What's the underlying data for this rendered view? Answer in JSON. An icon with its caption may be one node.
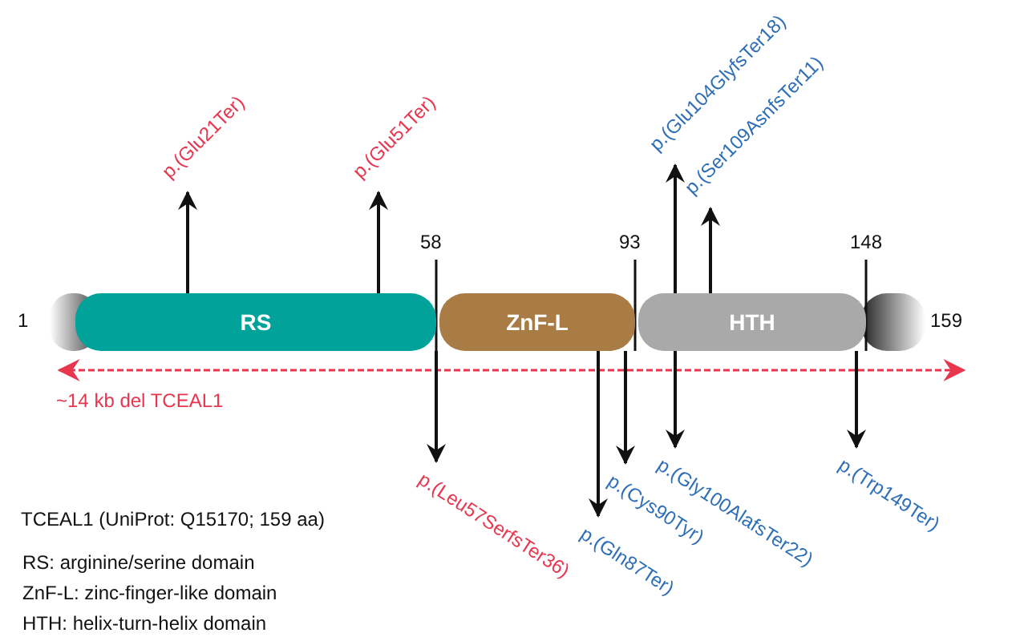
{
  "diagram": {
    "nodes": [
      {
        "text": [
          "RS"
        ],
        "beside": [
          "58"
        ]
      },
      {
        "text": [
          "ZnF-L"
        ],
        "beside": [
          "93"
        ]
      },
      {
        "text": [
          "HTH"
        ],
        "beside": [
          "148"
        ]
      },
      {
        "text": [
          "p.(Glu21Ter)"
        ]
      },
      {
        "text": [
          "p.(Glu51Ter)"
        ]
      },
      {
        "text": [
          "p.(Glu104GlyfsTer18)"
        ]
      },
      {
        "text": [
          "p.(Ser109AsnfsTer11)"
        ]
      },
      {
        "text": [
          "p.(Leu57SerfsTer36)"
        ]
      },
      {
        "text": [
          "p.(Gln87Ter)"
        ]
      },
      {
        "text": [
          "p.(Cys90Tyr)"
        ]
      },
      {
        "text": [
          "p.(Gly100AlafsTer22)"
        ]
      },
      {
        "text": [
          "p.(Trp149Ter)"
        ]
      }
    ],
    "edges": [
      {
        "from": 0,
        "to": 3,
        "arrow": "to"
      },
      {
        "from": 0,
        "to": 4,
        "arrow": "to"
      },
      {
        "from": 2,
        "to": 5,
        "arrow": "to"
      },
      {
        "from": 2,
        "to": 6,
        "arrow": "to"
      },
      {
        "from": 0,
        "to": 7,
        "arrow": "to"
      },
      {
        "from": 1,
        "to": 8,
        "arrow": "to"
      },
      {
        "from": 1,
        "to": 9,
        "arrow": "to"
      },
      {
        "from": 2,
        "to": 10,
        "arrow": "to"
      },
      {
        "from": 2,
        "to": 11,
        "arrow": "to"
      }
    ],
    "labels": [
      "1",
      "159",
      "~14 kb del TCEAL1",
      "TCEAL1 (UniProt: Q15170; 159 aa)",
      "RS: arginine/serine domain",
      "ZnF-L: zinc-finger-like domain",
      "HTH: helix-turn-helix domain"
    ]
  }
}
